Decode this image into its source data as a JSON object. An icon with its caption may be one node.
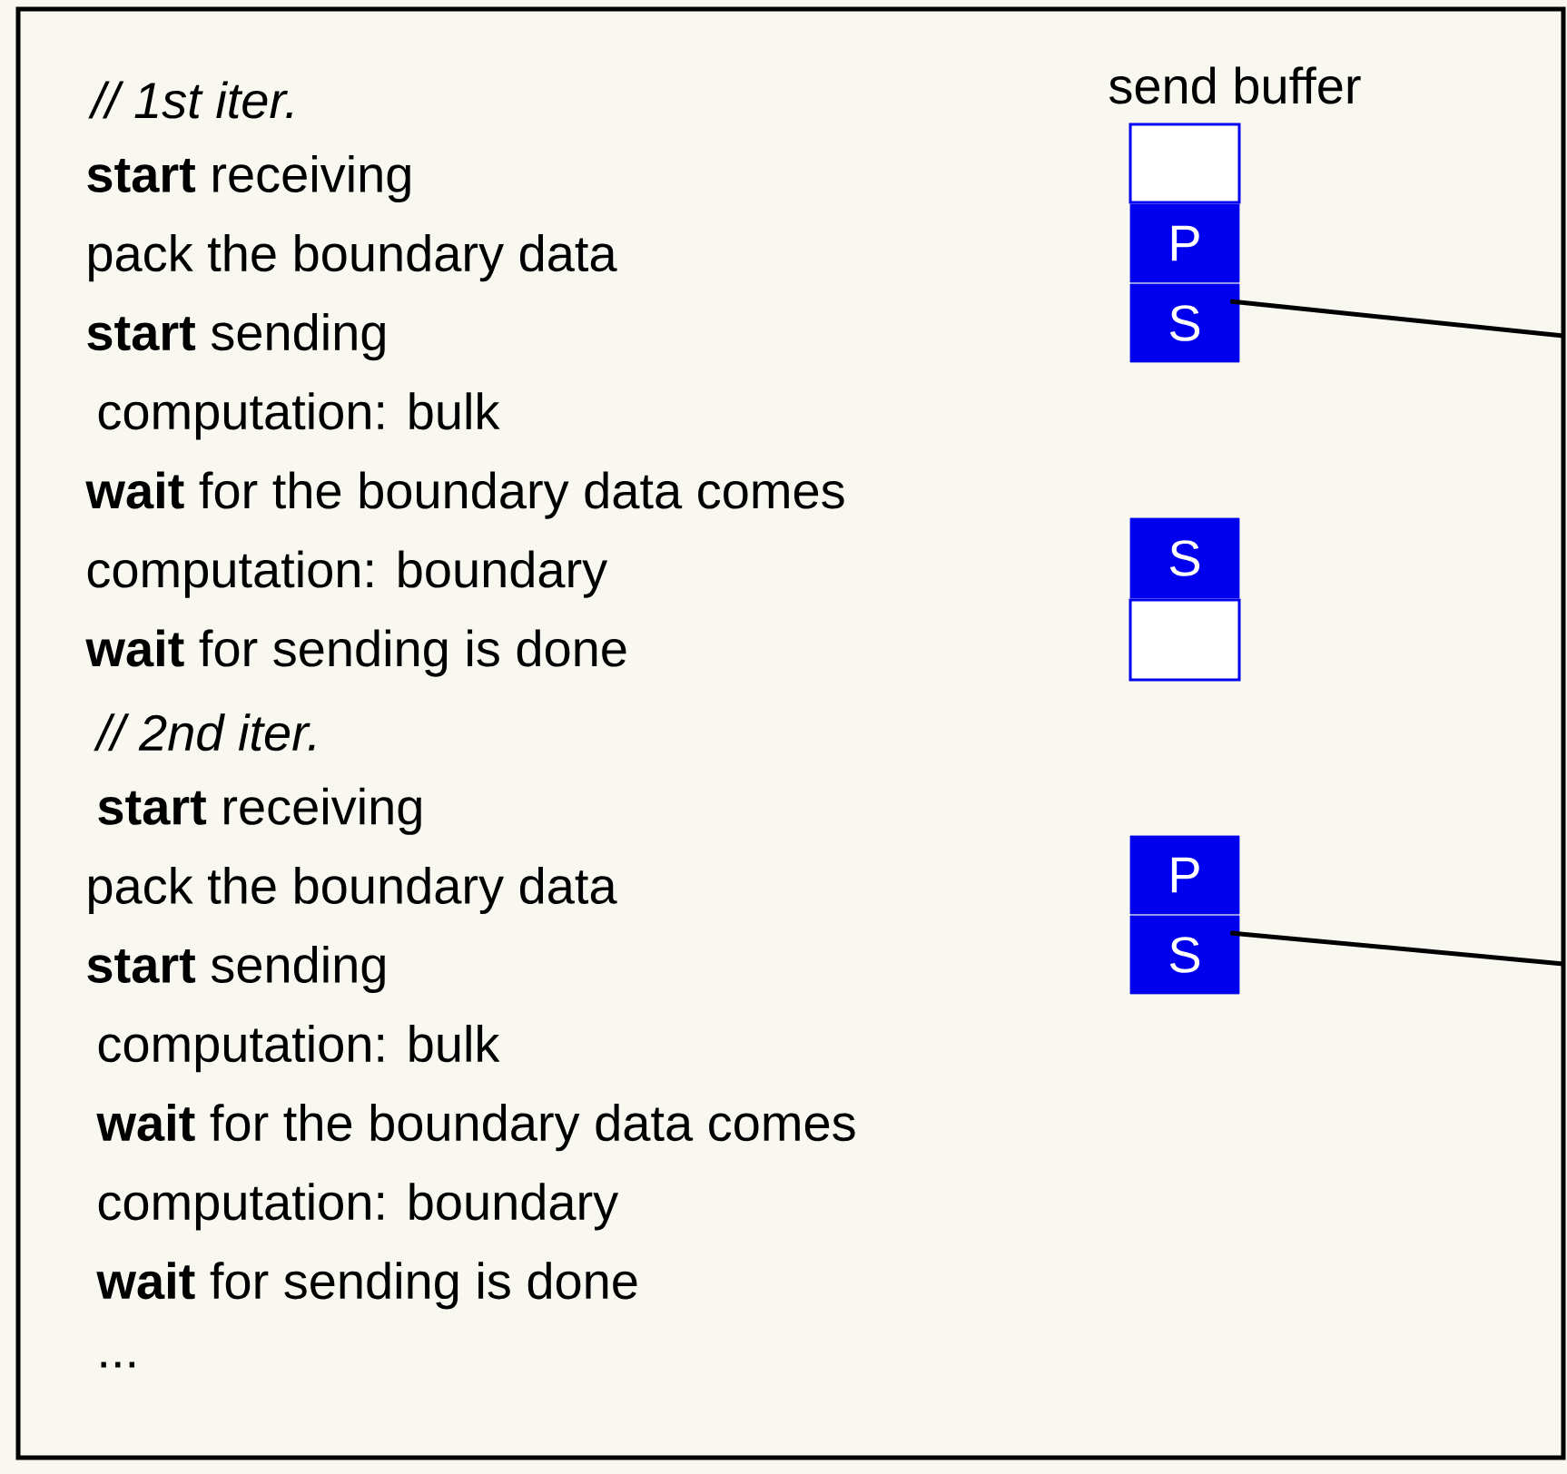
{
  "diagram": {
    "nodes": [
      {
        "text": [],
        "shape": "box"
      },
      {
        "text": [
          "P"
        ]
      },
      {
        "text": [
          "S"
        ]
      },
      {
        "text": [
          "S"
        ]
      },
      {
        "text": [],
        "shape": "box"
      },
      {
        "text": [
          "P"
        ]
      },
      {
        "text": [
          "S"
        ]
      }
    ],
    "edges": [
      {
        "from": 2,
        "to": null,
        "arrow": "none"
      },
      {
        "from": 6,
        "to": null,
        "arrow": "none"
      }
    ],
    "labels": [
      "send buffer",
      "// 1st iter.",
      "**start** receiving",
      "pack the boundary data",
      "**start** sending",
      "computation: bulk",
      "**wait** for the boundary data comes",
      "computation: boundary",
      "**wait** for sending is done",
      "// 2nd iter.",
      "**start** receiving",
      "pack the boundary data",
      "**start** sending",
      "computation: bulk",
      "**wait** for the boundary data comes",
      "computation: boundary",
      "**wait** for sending is done",
      "..."
    ]
  }
}
